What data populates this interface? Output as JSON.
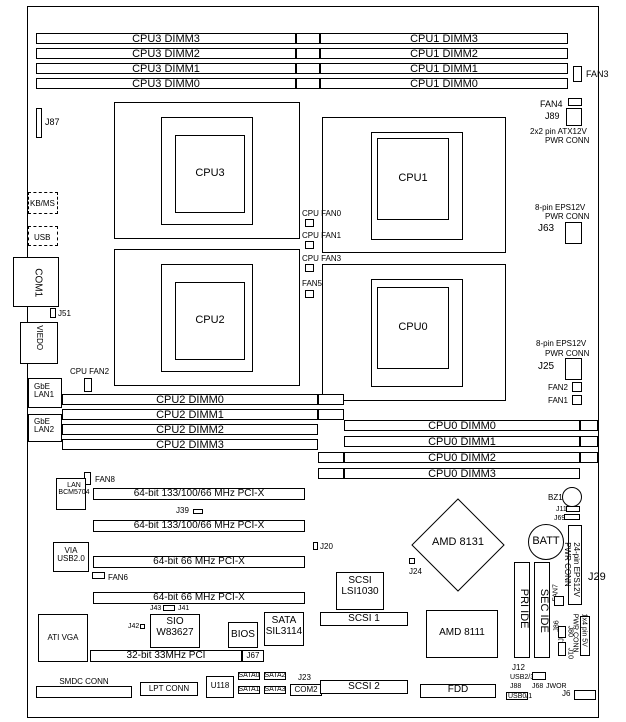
{
  "dimm_left": [
    "CPU3 DIMM3",
    "CPU3 DIMM2",
    "CPU3 DIMM1",
    "CPU3 DIMM0"
  ],
  "dimm_right": [
    "CPU1 DIMM3",
    "CPU1 DIMM2",
    "CPU1 DIMM1",
    "CPU1 DIMM0"
  ],
  "dimm_cpu2": [
    "CPU2 DIMM0",
    "CPU2 DIMM1",
    "CPU2 DIMM2",
    "CPU2 DIMM3"
  ],
  "dimm_cpu0": [
    "CPU0 DIMM0",
    "CPU0 DIMM1",
    "CPU0 DIMM2",
    "CPU0 DIMM3"
  ],
  "cpus": {
    "cpu3": "CPU3",
    "cpu1": "CPU1",
    "cpu2": "CPU2",
    "cpu0": "CPU0"
  },
  "fans": {
    "fan3": "FAN3",
    "fan4": "FAN4",
    "cpu_fan0": "CPU FAN0",
    "cpu_fan1": "CPU FAN1",
    "cpu_fan3": "CPU FAN3",
    "fan5": "FAN5",
    "cpu_fan2": "CPU FAN2",
    "fan2": "FAN2",
    "fan1": "FAN1",
    "fan8": "FAN8",
    "fan6": "FAN6",
    "fan7": "FAN7"
  },
  "labels": {
    "j87": "J87",
    "j89": "J89",
    "pwr_atx_1": "2x2 pin ATX12V",
    "pwr_atx_2": "PWR CONN",
    "eps_1": "8-pin EPS12V",
    "eps_2": "PWR CONN",
    "j63": "J63",
    "eps2_1": "8-pin EPS12V",
    "eps2_2": "PWR CONN",
    "j25": "J25",
    "kbms": "KB/MS",
    "usb": "USB",
    "com1": "COM1",
    "j51": "J51",
    "video": "VIEDO",
    "gbe1": "GbE\nLAN1",
    "gbe2": "GbE\nLAN2",
    "lan": "LAN\nBCM5704",
    "via": "VIA\nUSB2.0",
    "ati": "ATI VGA",
    "pcix1": "64-bit 133/100/66 MHz PCI-X",
    "pcix2": "64-bit 133/100/66 MHz PCI-X",
    "pcix3": "64-bit 66 MHz PCI-X",
    "pcix4": "64-bit 66 MHz PCI-X",
    "pci32": "32-bit 33MHz PCI",
    "j39": "J39",
    "j20": "J20",
    "j24": "J24",
    "j43": "J43",
    "j41": "J41",
    "j42": "J42",
    "j67": "J67",
    "sio": "SIO\nW83627",
    "bios": "BIOS",
    "sata": "SATA\nSIL3114",
    "scsi_chip": "SCSI\nLSI1030",
    "scsi1": "SCSI 1",
    "scsi2": "SCSI 2",
    "amd8131": "AMD 8131",
    "amd8111": "AMD 8111",
    "bz1": "BZ1",
    "j11": "J11",
    "j69": "J69",
    "batt": "BATT",
    "eps24_1": "24-pin EPS12V",
    "eps24_2": "PWR CONN",
    "j29": "J29",
    "pri_ide": "PRI IDE",
    "sec_ide": "SEC IDE",
    "j86": "J86",
    "j8": "J8",
    "j5": "J5",
    "j80": "J80",
    "j10": "J10",
    "j12": "J12",
    "usb23": "USB2/3",
    "pwr1x4_1": "1x4 pin 5V",
    "pwr1x4_2": "PWR CONN",
    "smdc": "SMDC CONN",
    "lpt": "LPT CONN",
    "u118": "U118",
    "sata0": "SATA0",
    "sata1": "SATA1",
    "sata2": "SATA2",
    "sata3": "SATA3",
    "j23": "J23",
    "com2": "COM2",
    "fdd": "FDD",
    "j88": "J88",
    "j68": "J68",
    "usb01": "USB0/1",
    "j6": "J6",
    "jwor": "JWOR"
  }
}
